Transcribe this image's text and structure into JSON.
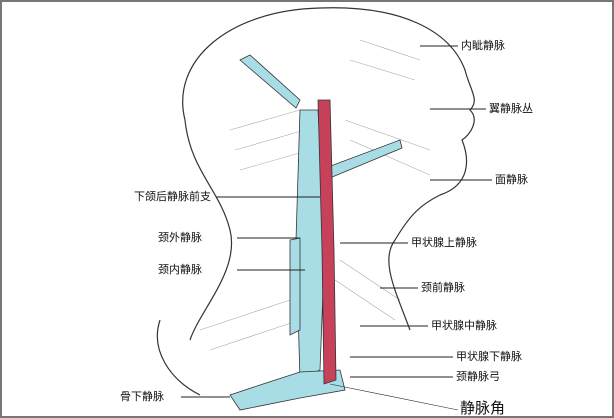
{
  "labels": {
    "inner_canthal_vein": "内眦静脉",
    "pterygoid_plexus": "翼静脉丛",
    "facial_vein": "面静脉",
    "retromandibular_anterior_branch": "下颌后静脉前支",
    "external_jugular": "颈外静脉",
    "internal_jugular": "颈内静脉",
    "superior_thyroid": "甲状腺上静脉",
    "anterior_jugular": "颈前静脉",
    "middle_thyroid": "甲状腺中静脉",
    "inferior_thyroid": "甲状腺下静脉",
    "jugular_arch": "颈静脉弓",
    "subclavian": "骨下静脉",
    "venous_angle": "静脉角"
  },
  "colors": {
    "vein": "#a8dde6",
    "artery": "#c8415a",
    "outline": "#333333",
    "frame": "#777777"
  }
}
